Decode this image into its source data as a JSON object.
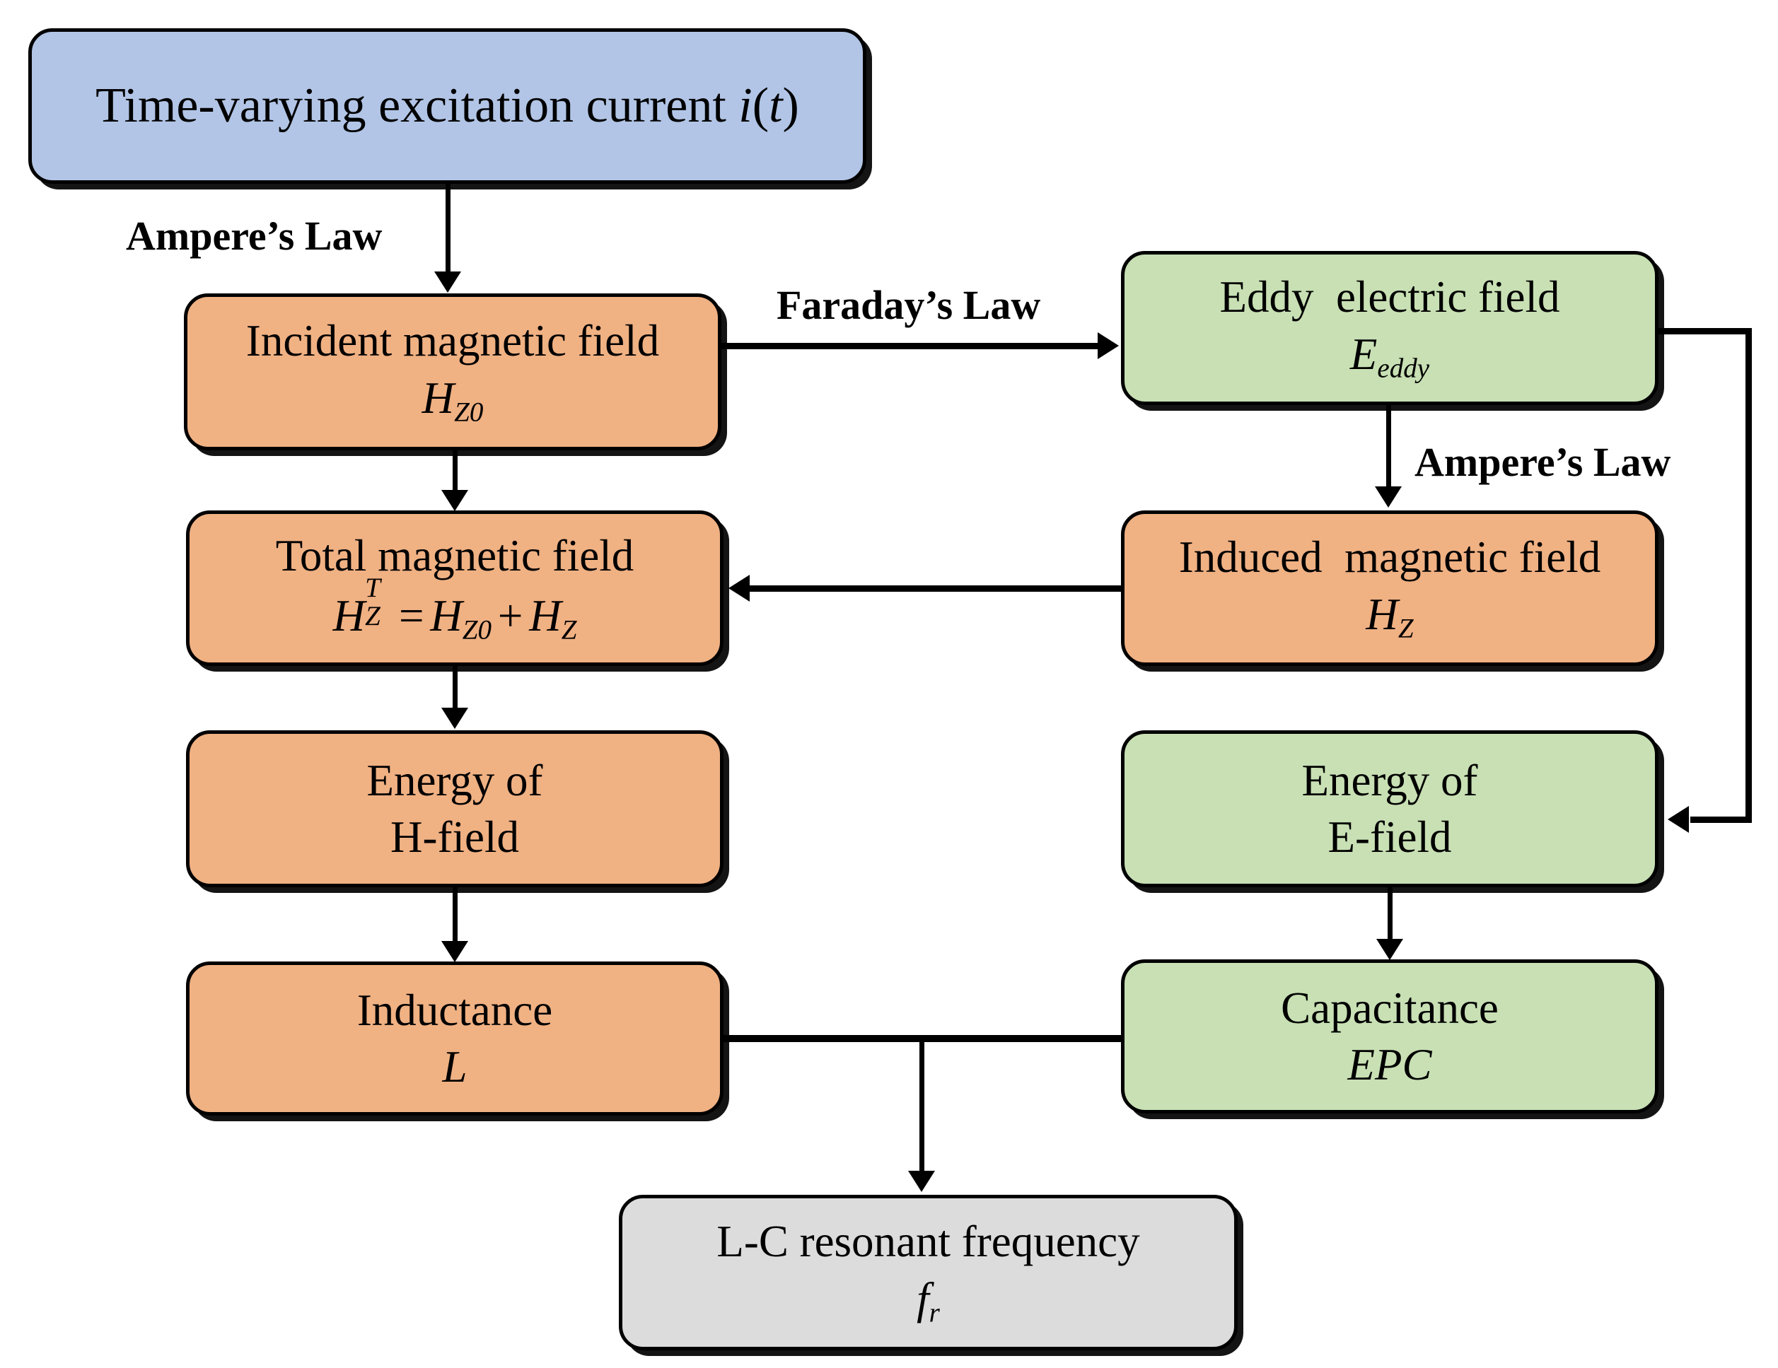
{
  "diagram": {
    "title": "Electromagnetic eddy-current to L-C resonance flowchart",
    "colors": {
      "source_fill": "#b2c5e6",
      "magnetic_fill": "#f0b183",
      "electric_fill": "#c8e0b4",
      "result_fill": "#dcdcdc",
      "stroke": "#000000",
      "background": "#ffffff"
    },
    "nodes": [
      {
        "id": "excitation",
        "line1": "Time-varying excitation current ",
        "symbol_plain": "i(t)",
        "category": "source",
        "fill": "#b2c5e6"
      },
      {
        "id": "incident-magnetic-field",
        "line1": "Incident magnetic field",
        "symbol_plain": "H_Z0",
        "category": "magnetic",
        "fill": "#f0b183"
      },
      {
        "id": "eddy-electric-field",
        "line1": "Eddy  electric field",
        "symbol_plain": "E_eddy",
        "category": "electric",
        "fill": "#c8e0b4"
      },
      {
        "id": "total-magnetic-field",
        "line1": "Total magnetic field",
        "symbol_plain": "H_Z^T = H_Z0 + H_Z",
        "category": "magnetic",
        "fill": "#f0b183"
      },
      {
        "id": "induced-magnetic-field",
        "line1": "Induced  magnetic field",
        "symbol_plain": "H_Z",
        "category": "magnetic",
        "fill": "#f0b183"
      },
      {
        "id": "energy-h-field",
        "line1": "Energy of",
        "line2": "H-field",
        "category": "magnetic",
        "fill": "#f0b183"
      },
      {
        "id": "energy-e-field",
        "line1": "Energy of",
        "line2": "E-field",
        "category": "electric",
        "fill": "#c8e0b4"
      },
      {
        "id": "inductance",
        "line1": "Inductance",
        "symbol_plain": "L",
        "category": "magnetic",
        "fill": "#f0b183"
      },
      {
        "id": "capacitance",
        "line1": "Capacitance",
        "symbol_plain": "EPC",
        "category": "electric",
        "fill": "#c8e0b4"
      },
      {
        "id": "lc-resonant-frequency",
        "line1": "L-C resonant frequency",
        "symbol_plain": "f_r",
        "category": "result",
        "fill": "#dcdcdc"
      }
    ],
    "edge_labels": {
      "amperes_law_left": "Ampere’s Law",
      "faradays_law": "Faraday’s Law",
      "amperes_law_right": "Ampere’s Law"
    },
    "edges": [
      {
        "from": "excitation",
        "to": "incident-magnetic-field",
        "label": "Ampere’s Law",
        "arrow": true
      },
      {
        "from": "incident-magnetic-field",
        "to": "eddy-electric-field",
        "label": "Faraday’s Law",
        "arrow": true
      },
      {
        "from": "incident-magnetic-field",
        "to": "total-magnetic-field",
        "label": "",
        "arrow": true
      },
      {
        "from": "eddy-electric-field",
        "to": "induced-magnetic-field",
        "label": "Ampere’s Law",
        "arrow": true
      },
      {
        "from": "induced-magnetic-field",
        "to": "total-magnetic-field",
        "label": "",
        "arrow": true
      },
      {
        "from": "eddy-electric-field",
        "to": "energy-e-field",
        "label": "",
        "arrow": true
      },
      {
        "from": "total-magnetic-field",
        "to": "energy-h-field",
        "label": "",
        "arrow": true
      },
      {
        "from": "energy-h-field",
        "to": "inductance",
        "label": "",
        "arrow": true
      },
      {
        "from": "energy-e-field",
        "to": "capacitance",
        "label": "",
        "arrow": true
      },
      {
        "from": "inductance",
        "to": "lc-resonant-frequency",
        "label": "",
        "arrow": true
      },
      {
        "from": "capacitance",
        "to": "lc-resonant-frequency",
        "label": "",
        "arrow": true
      }
    ]
  }
}
